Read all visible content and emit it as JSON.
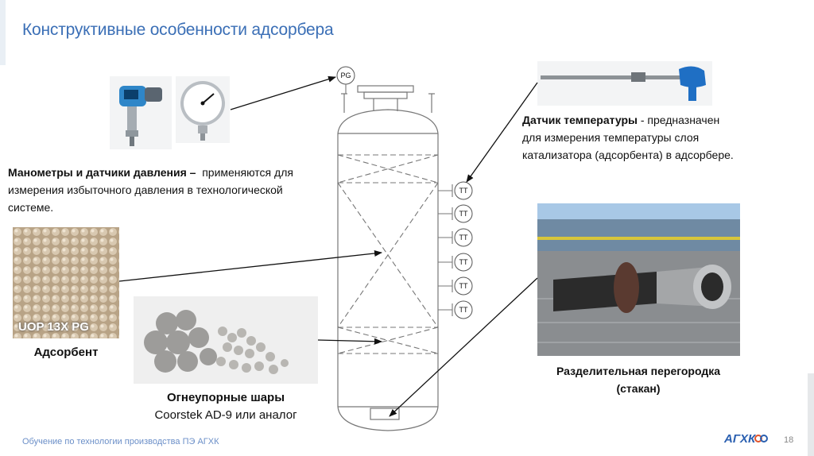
{
  "slide": {
    "title": "Конструктивные особенности адсорбера",
    "page_number": "18",
    "footer": "Обучение по технологии производства ПЭ АГХК",
    "logo_text": "АГХК"
  },
  "pressure": {
    "bold": "Манометры и датчики давления –",
    "text": "применяются для",
    "line2": "измерения избыточного давления в технологической",
    "line3": "системе."
  },
  "temperature": {
    "bold": "Датчик температуры",
    "text": " - предназначен",
    "line2": "для измерения температуры слоя",
    "line3": "катализатора (адсорбента) в адсорбере."
  },
  "adsorbent": {
    "photo_label": "UOP 13X PG",
    "caption": "Адсорбент"
  },
  "balls": {
    "caption_bold": "Огнеупорные шары",
    "caption": "Coorstek AD-9 или аналог"
  },
  "partition": {
    "line1": "Разделительная перегородка",
    "line2": "(стакан)"
  },
  "instruments": {
    "pg": "PG",
    "tt": [
      "TT",
      "TT",
      "TT",
      "TT",
      "TT",
      "TT"
    ]
  },
  "colors": {
    "title": "#3b6fb6",
    "footer": "#6b8fc8",
    "logo": "#2a5fb0"
  }
}
